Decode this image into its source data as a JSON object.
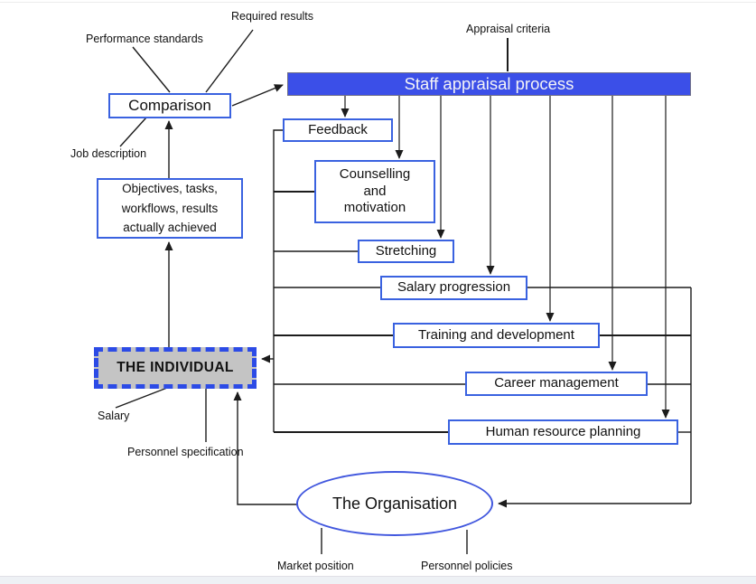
{
  "colors": {
    "banner_blue": "#3b4fe8",
    "box_border_blue": "#3a62e0",
    "individual_fill": "#c4c4c4",
    "individual_border": "#2c4be6",
    "ellipse_blue": "#4157de",
    "line_color": "#1c1c1c",
    "text_color": "#111111",
    "footer_strip": "#eef1f5"
  },
  "banner": {
    "label": "Staff appraisal process"
  },
  "boxes": {
    "comparison": "Comparison",
    "objectives": "Objectives, tasks,\nworkflows, results\nactually achieved",
    "feedback": "Feedback",
    "counselling": "Counselling\nand\nmotivation",
    "stretching": "Stretching",
    "salary_progression": "Salary progression",
    "training": "Training and development",
    "career": "Career management",
    "hrp": "Human resource planning",
    "individual": "THE INDIVIDUAL",
    "organisation": "The Organisation"
  },
  "labels": {
    "performance_standards": "Performance standards",
    "required_results": "Required results",
    "appraisal_criteria": "Appraisal criteria",
    "job_description": "Job description",
    "salary": "Salary",
    "personnel_specification": "Personnel specification",
    "market_position": "Market position",
    "personnel_policies": "Personnel policies"
  }
}
